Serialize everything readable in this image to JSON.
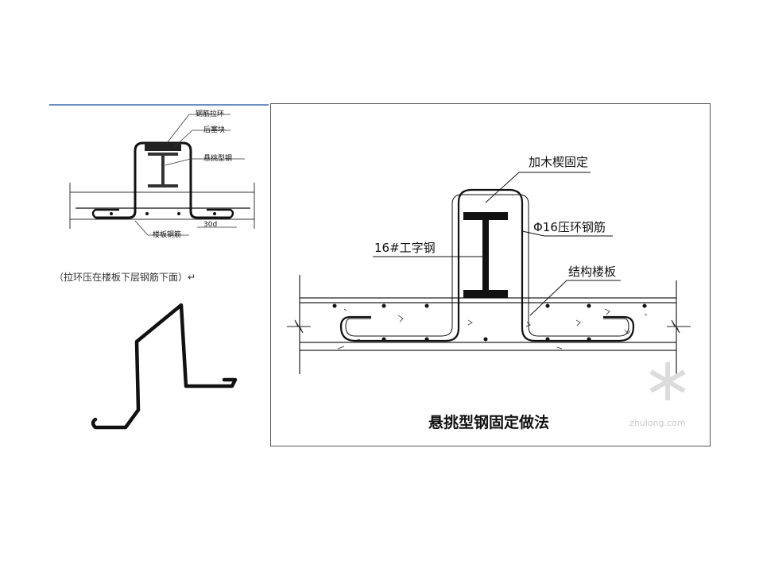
{
  "left_detail": {
    "labels": {
      "rebar_ring": "钢筋拉环",
      "backing_block": "后塞块",
      "cantilever_steel": "悬挑型钢",
      "floor_rebar": "楼板钢筋",
      "anchor_length": "30d"
    },
    "caption": "（拉环压在楼板下层钢筋下面）↵"
  },
  "main_detail": {
    "labels": {
      "wood_wedge": "加木楔固定",
      "ring_bar": "Φ16压环钢筋",
      "i_beam": "16#工字钢",
      "slab": "结构楼板"
    },
    "title": "悬挑型钢固定做法"
  },
  "watermark": {
    "text": "zhulong.com"
  }
}
